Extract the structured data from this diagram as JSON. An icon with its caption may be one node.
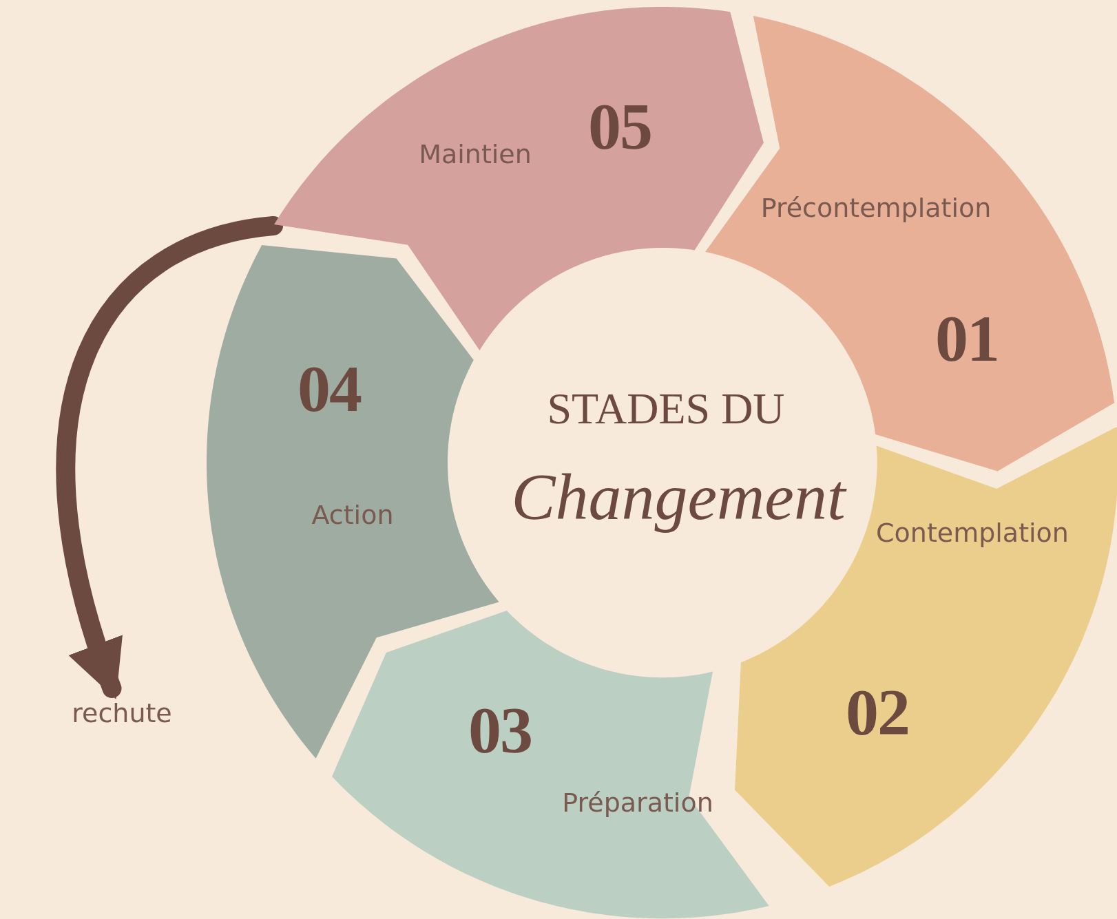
{
  "diagram": {
    "nodes": [
      {
        "text": [
          "STADES DU",
          "Changement"
        ]
      },
      {
        "text": [
          "Précontemplation",
          "01"
        ]
      },
      {
        "text": [
          "Contemplation",
          "02"
        ]
      },
      {
        "text": [
          "03",
          "Préparation"
        ]
      },
      {
        "text": [
          "04",
          "Action"
        ]
      },
      {
        "text": [
          "05",
          "Maintien"
        ]
      },
      {
        "text": [
          "rechute"
        ]
      }
    ],
    "edges": [
      {
        "from": 5,
        "to": 6,
        "arrow": "to"
      }
    ]
  }
}
